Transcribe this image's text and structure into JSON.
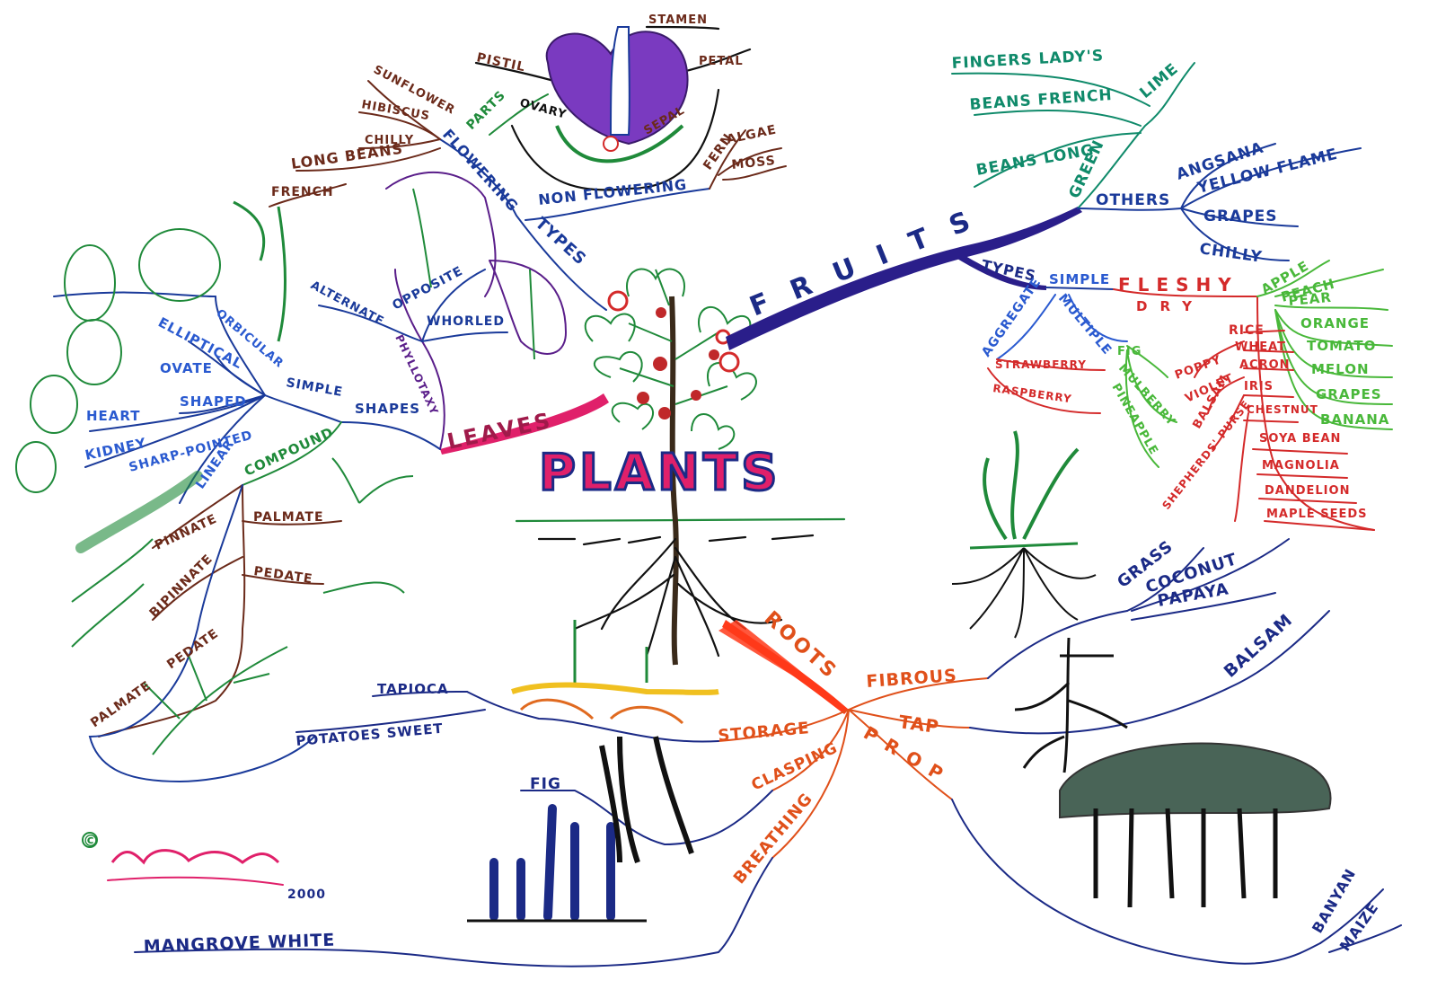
{
  "central": "PLANTS",
  "fruits": {
    "main": "FRUITS",
    "green": "GREEN",
    "lime": "LIME",
    "fingers_ladys": "FINGERS LADY'S",
    "beans_french": "BEANS FRENCH",
    "beans_long": "BEANS LONG",
    "others": "OTHERS",
    "angsana": "ANGSANA",
    "yellow_flame": "YELLOW FLAME",
    "grapes_o": "GRAPES",
    "chilly_o": "CHILLY",
    "types": "TYPES",
    "simple": "SIMPLE",
    "fleshy": "FLESHY",
    "apple": "APPLE",
    "peach": "PEACH",
    "pear": "PEAR",
    "orange": "ORANGE",
    "tomato": "TOMATO",
    "melon": "MELON",
    "grapes_f": "GRAPES",
    "banana": "BANANA",
    "dry": "DRY",
    "rice": "RICE",
    "wheat": "WHEAT",
    "acron": "ACRON",
    "iris": "IRIS",
    "chestnut": "CHESTNUT",
    "soya_bean": "SOYA BEAN",
    "magnolia": "MAGNOLIA",
    "dandelion": "DANDELION",
    "maple_seeds": "MAPLE SEEDS",
    "poppy": "POPPY",
    "violet": "VIOLET",
    "balsam_d": "BALSAM",
    "shepherds_purse": "SHEPHERDS' PURSE",
    "multiple": "MULTIPLE",
    "fig_m": "FIG",
    "mulberry": "MULBERRY",
    "pineapple": "PINEAPPLE",
    "aggregate": "AGGREGATE",
    "strawberry": "STRAWBERRY",
    "raspberry": "RASPBERRY"
  },
  "leaves": {
    "main": "LEAVES",
    "types": "TYPES",
    "flowering": "FLOWERING",
    "sunflower": "SUNFLOWER",
    "hibiscus": "HIBISCUS",
    "chilly": "CHILLY",
    "long_beans": "LONG BEANS",
    "french": "FRENCH",
    "parts": "PARTS",
    "pistil": "PISTIL",
    "ovary": "OVARY",
    "stamen": "STAMEN",
    "petal": "PETAL",
    "sepal": "SEPAL",
    "non_flowering": "NON FLOWERING",
    "fern": "FERN",
    "algae": "ALGAE",
    "moss": "MOSS",
    "phyllotaxy": "PHYLLOTAXY",
    "alternate": "ALTERNATE",
    "opposite": "OPPOSITE",
    "whorled": "WHORLED",
    "shapes": "SHAPES",
    "simple": "SIMPLE",
    "orbicular": "ORBICULAR",
    "elliptical": "ELLIPTICAL",
    "ovate": "OVATE",
    "heart": "HEART",
    "shaped": "SHAPED",
    "kidney": "KIDNEY",
    "sharp_pointed": "SHARP-POINTED",
    "linear": "LINEAR",
    "compound": "COMPOUND",
    "pinnate": "PINNATE",
    "palmate": "PALMATE",
    "bipinnate": "BIPINNATE",
    "pedate": "PEDATE",
    "palmate_pedate_1": "PALMATE",
    "palmate_pedate_2": "PEDATE"
  },
  "roots": {
    "main": "ROOTS",
    "fibrous": "FIBROUS",
    "grass": "GRASS",
    "coconut": "COCONUT",
    "papaya": "PAPAYA",
    "tap": "TAP",
    "balsam": "BALSAM",
    "prop": "PROP",
    "banyan": "BANYAN",
    "maize": "MAIZE",
    "storage": "STORAGE",
    "tapioca": "TAPIOCA",
    "potatoes_sweet": "POTATOES SWEET",
    "clasping": "CLASPING",
    "fig": "FIG",
    "breathing": "BREATHING",
    "mangrove_white": "MANGROVE WHITE"
  },
  "signature": {
    "copyright": "©",
    "year": "2000"
  },
  "colors": {
    "fruits_branch": "#2a1e8a",
    "leaves_branch": "#e0206a",
    "roots_branch": "#ff3a1a",
    "plants_fill": "#e0206a",
    "plants_outline": "#1b2a86"
  }
}
